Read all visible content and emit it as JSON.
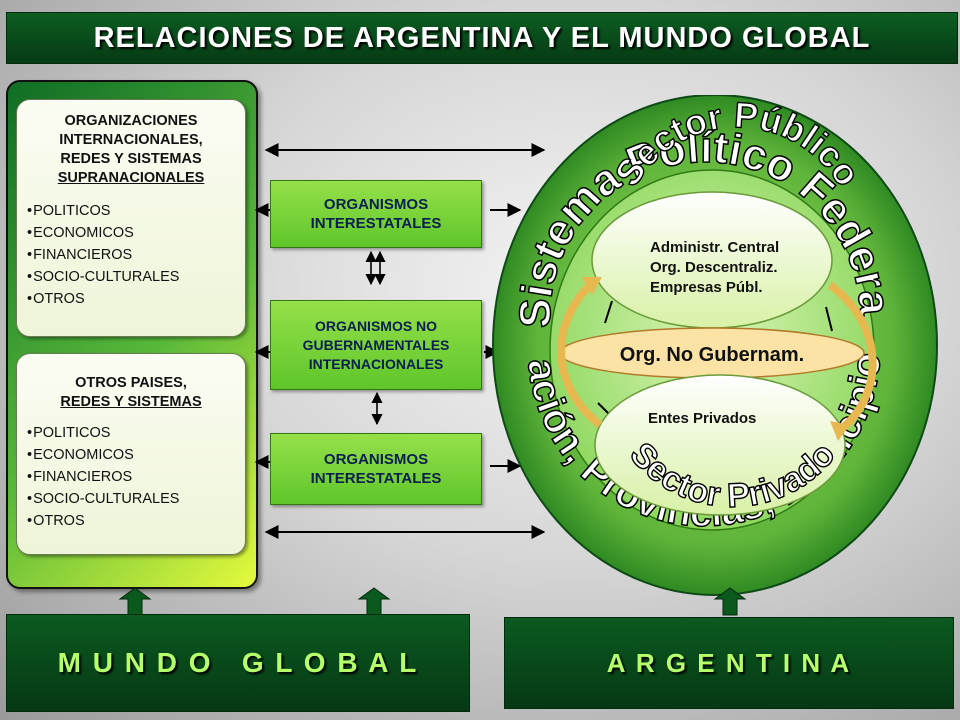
{
  "title": "RELACIONES DE ARGENTINA Y EL MUNDO GLOBAL",
  "left": {
    "card1": {
      "title_lines": [
        "ORGANIZACIONES",
        "INTERNACIONALES,",
        "REDES Y SISTEMAS",
        "SUPRANACIONALES"
      ],
      "items": [
        "POLITICOS",
        "ECONOMICOS",
        "FINANCIEROS",
        "SOCIO-CULTURALES",
        "OTROS"
      ]
    },
    "card2": {
      "title_lines": [
        "OTROS PAISES,",
        "REDES Y SISTEMAS"
      ],
      "items": [
        "POLITICOS",
        "ECONOMICOS",
        "FINANCIEROS",
        "SOCIO-CULTURALES",
        "OTROS"
      ]
    }
  },
  "middle": {
    "box1": [
      "ORGANISMOS",
      "INTERESTATALES"
    ],
    "box2": [
      "ORGANISMOS NO",
      "GUBERNAMENTALES",
      "INTERNACIONALES"
    ],
    "box3": [
      "ORGANISMOS",
      "INTERESTATALES"
    ]
  },
  "circle": {
    "outer_top": "Sistema Político Federal",
    "outer_bottom": "Nación, Provincias, Municipios",
    "sector_publico": "Sector Público",
    "publico_items": [
      "Administr. Central",
      "Org. Descentraliz.",
      "Empresas Públ."
    ],
    "ong": "Org. No Gubernam.",
    "entes": "Entes Privados",
    "sector_privado": "Sector Privado"
  },
  "bottom": {
    "mundo": "M U N D O   G L O B A L",
    "argentina": "A R G E N T I N A"
  },
  "colors": {
    "dark_green": "#0a5a1e",
    "light_green": "#8ed94a",
    "text_blue": "#0b1e50"
  }
}
